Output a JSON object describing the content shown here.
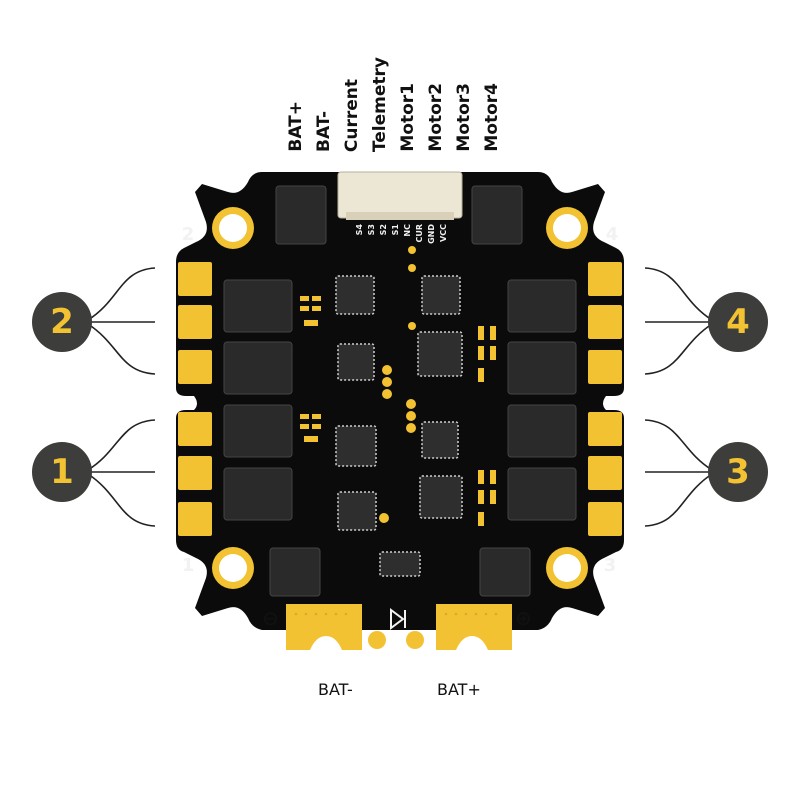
{
  "top_labels": [
    "BAT+",
    "BAT-",
    "Current",
    "Telemetry",
    "Motor1",
    "Motor2",
    "Motor3",
    "Motor4"
  ],
  "connector_pins": [
    "S4",
    "S3",
    "S2",
    "S1",
    "NC",
    "CUR",
    "GND",
    "VCC"
  ],
  "corner_numbers": {
    "top_left": "2",
    "top_right": "4",
    "bottom_left": "1",
    "bottom_right": "3"
  },
  "callouts": {
    "left_top": "2",
    "left_bottom": "1",
    "right_top": "4",
    "right_bottom": "3"
  },
  "bottom_labels": {
    "neg": "BAT-",
    "pos": "BAT+"
  },
  "polarity_symbols": {
    "neg": "⊖",
    "pos": "⊕"
  },
  "colors": {
    "board": "#0b0b0b",
    "gold": "#f2c232",
    "chip": "#2a2a2a",
    "callout": "#3d3d3b",
    "wire": "#222222"
  }
}
